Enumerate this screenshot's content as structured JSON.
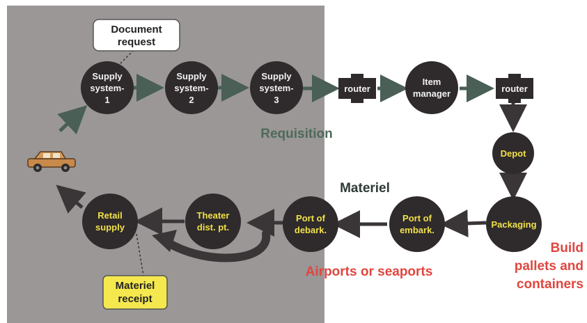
{
  "colors": {
    "panel": "#9a9796",
    "node": "#2f2a2b",
    "node_text_light": "#f2f2f2",
    "node_text_yellow": "#f0e14a",
    "arrow_green": "#4a5f55",
    "arrow_dark": "#3a3536",
    "label_green": "#4f6a5a",
    "label_dark": "#2e3a36",
    "label_red": "#e0463f",
    "callout_yellow": "#f5e84e"
  },
  "callouts": {
    "document_request": [
      "Document",
      "request"
    ],
    "materiel_receipt": [
      "Materiel",
      "receipt"
    ]
  },
  "nodes": {
    "supply1": [
      "Supply",
      "system-",
      "1"
    ],
    "supply2": [
      "Supply",
      "system-",
      "2"
    ],
    "supply3": [
      "Supply",
      "system-",
      "3"
    ],
    "router1": [
      "router"
    ],
    "item_manager": [
      "Item",
      "manager"
    ],
    "router2": [
      "router"
    ],
    "depot": [
      "Depot"
    ],
    "packaging": [
      "Packaging"
    ],
    "port_embark": [
      "Port of",
      "embark."
    ],
    "port_debark": [
      "Port of",
      "debark."
    ],
    "theater": [
      "Theater",
      "dist. pt."
    ],
    "retail": [
      "Retail",
      "supply"
    ]
  },
  "labels": {
    "requisition": "Requisition",
    "materiel": "Materiel",
    "airports": "Airports or seaports",
    "build": [
      "Build",
      "pallets and",
      "containers"
    ]
  },
  "icons": {
    "vehicle": "humvee-icon"
  }
}
